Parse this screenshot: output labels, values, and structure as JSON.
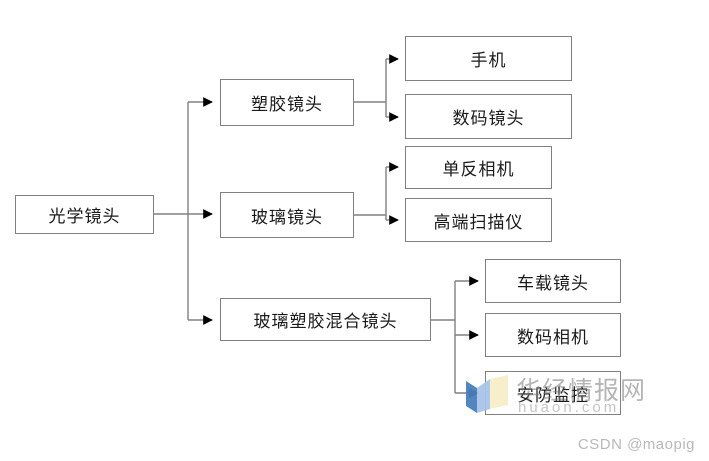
{
  "diagram": {
    "type": "tree-hierarchy",
    "root": {
      "label": "光学镜头"
    },
    "level2": [
      {
        "label": "塑胶镜头"
      },
      {
        "label": "玻璃镜头"
      },
      {
        "label": "玻璃塑胶混合镜头"
      }
    ],
    "leaves": {
      "plastic_children": [
        {
          "label": "手机"
        },
        {
          "label": "数码镜头"
        }
      ],
      "glass_children": [
        {
          "label": "单反相机"
        },
        {
          "label": "高端扫描仪"
        }
      ],
      "hybrid_children": [
        {
          "label": "车载镜头"
        },
        {
          "label": "数码相机"
        },
        {
          "label": "安防监控"
        }
      ]
    },
    "colors": {
      "box_border": "#808080",
      "box_fill": "#ffffff",
      "connector": "#808080",
      "arrow": "#000000",
      "text": "#1a1a1a",
      "background": "#ffffff"
    }
  },
  "watermark": {
    "text": "华经情报网",
    "url": "huaon.com",
    "logo_icon": "open-book-icon",
    "logo_colors": {
      "dark_blue": "#4a7ebb",
      "light_blue": "#a8c4e8",
      "pale_yellow": "#f7eec8"
    }
  },
  "credit": {
    "text": "CSDN @maopig"
  }
}
